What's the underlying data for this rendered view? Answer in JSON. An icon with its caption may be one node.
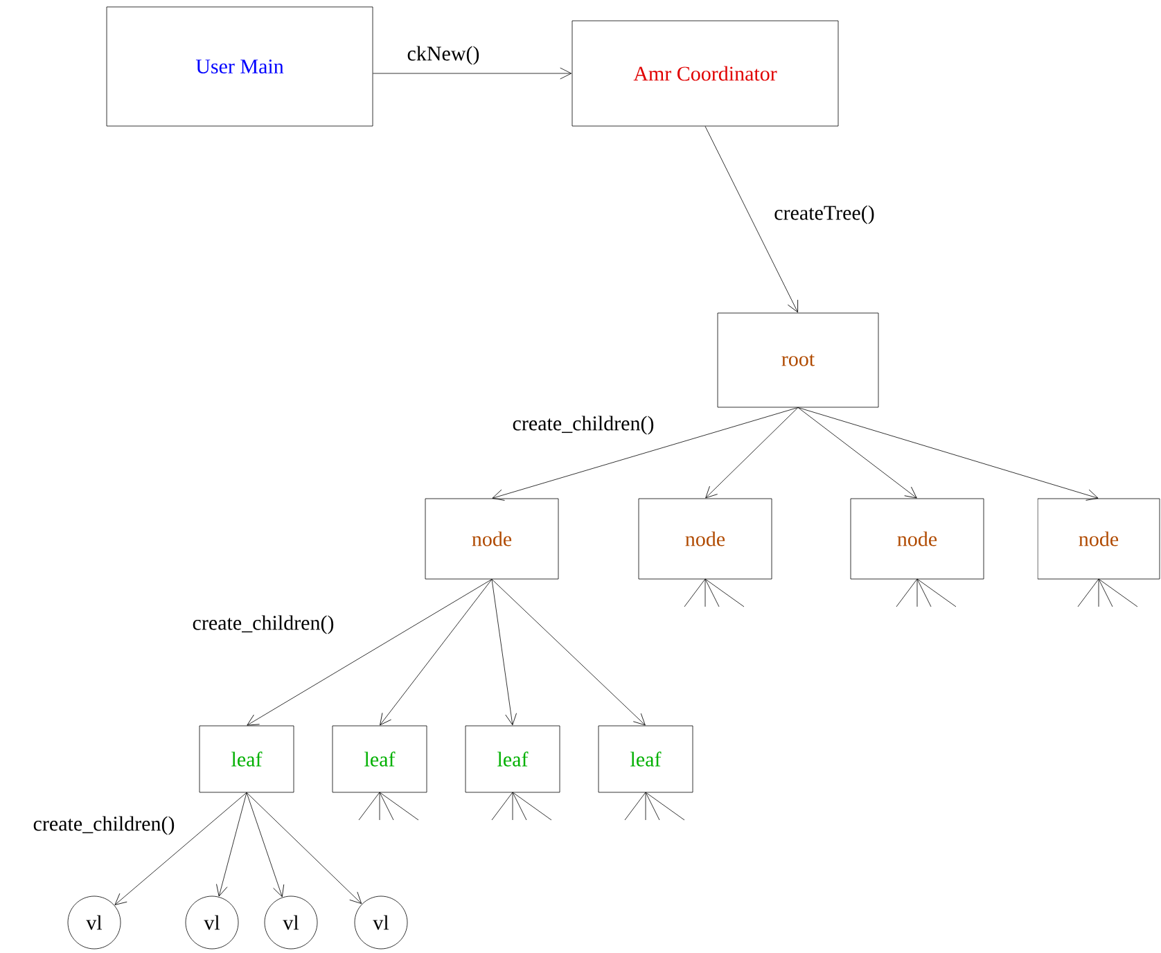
{
  "diagram": {
    "nodes": [
      {
        "text": [
          "User Main"
        ]
      },
      {
        "text": [
          "Amr Coordinator"
        ]
      },
      {
        "text": [
          "root"
        ]
      },
      {
        "text": [
          "node"
        ]
      },
      {
        "text": [
          "node"
        ]
      },
      {
        "text": [
          "node"
        ]
      },
      {
        "text": [
          "node"
        ]
      },
      {
        "text": [
          "leaf"
        ]
      },
      {
        "text": [
          "leaf"
        ]
      },
      {
        "text": [
          "leaf"
        ]
      },
      {
        "text": [
          "leaf"
        ]
      },
      {
        "text": [
          "vl"
        ]
      },
      {
        "text": [
          "vl"
        ]
      },
      {
        "text": [
          "vl"
        ]
      },
      {
        "text": [
          "vl"
        ]
      }
    ],
    "edges": [
      {
        "from": 0,
        "to": 1,
        "arrow": "to",
        "label": "ckNew()"
      },
      {
        "from": 1,
        "to": 2,
        "arrow": "to",
        "label": "createTree()"
      },
      {
        "from": 2,
        "to": 3,
        "arrow": "to",
        "label": "create_children()"
      },
      {
        "from": 2,
        "to": 4,
        "arrow": "to"
      },
      {
        "from": 2,
        "to": 5,
        "arrow": "to"
      },
      {
        "from": 2,
        "to": 6,
        "arrow": "to"
      },
      {
        "from": 3,
        "to": 7,
        "arrow": "to",
        "label": "create_children()"
      },
      {
        "from": 3,
        "to": 8,
        "arrow": "to"
      },
      {
        "from": 3,
        "to": 9,
        "arrow": "to"
      },
      {
        "from": 3,
        "to": 10,
        "arrow": "to"
      },
      {
        "from": 7,
        "to": 11,
        "arrow": "to",
        "label": "create_children()"
      },
      {
        "from": 7,
        "to": 12,
        "arrow": "to"
      },
      {
        "from": 7,
        "to": 13,
        "arrow": "to"
      },
      {
        "from": 7,
        "to": 14,
        "arrow": "to"
      }
    ]
  }
}
